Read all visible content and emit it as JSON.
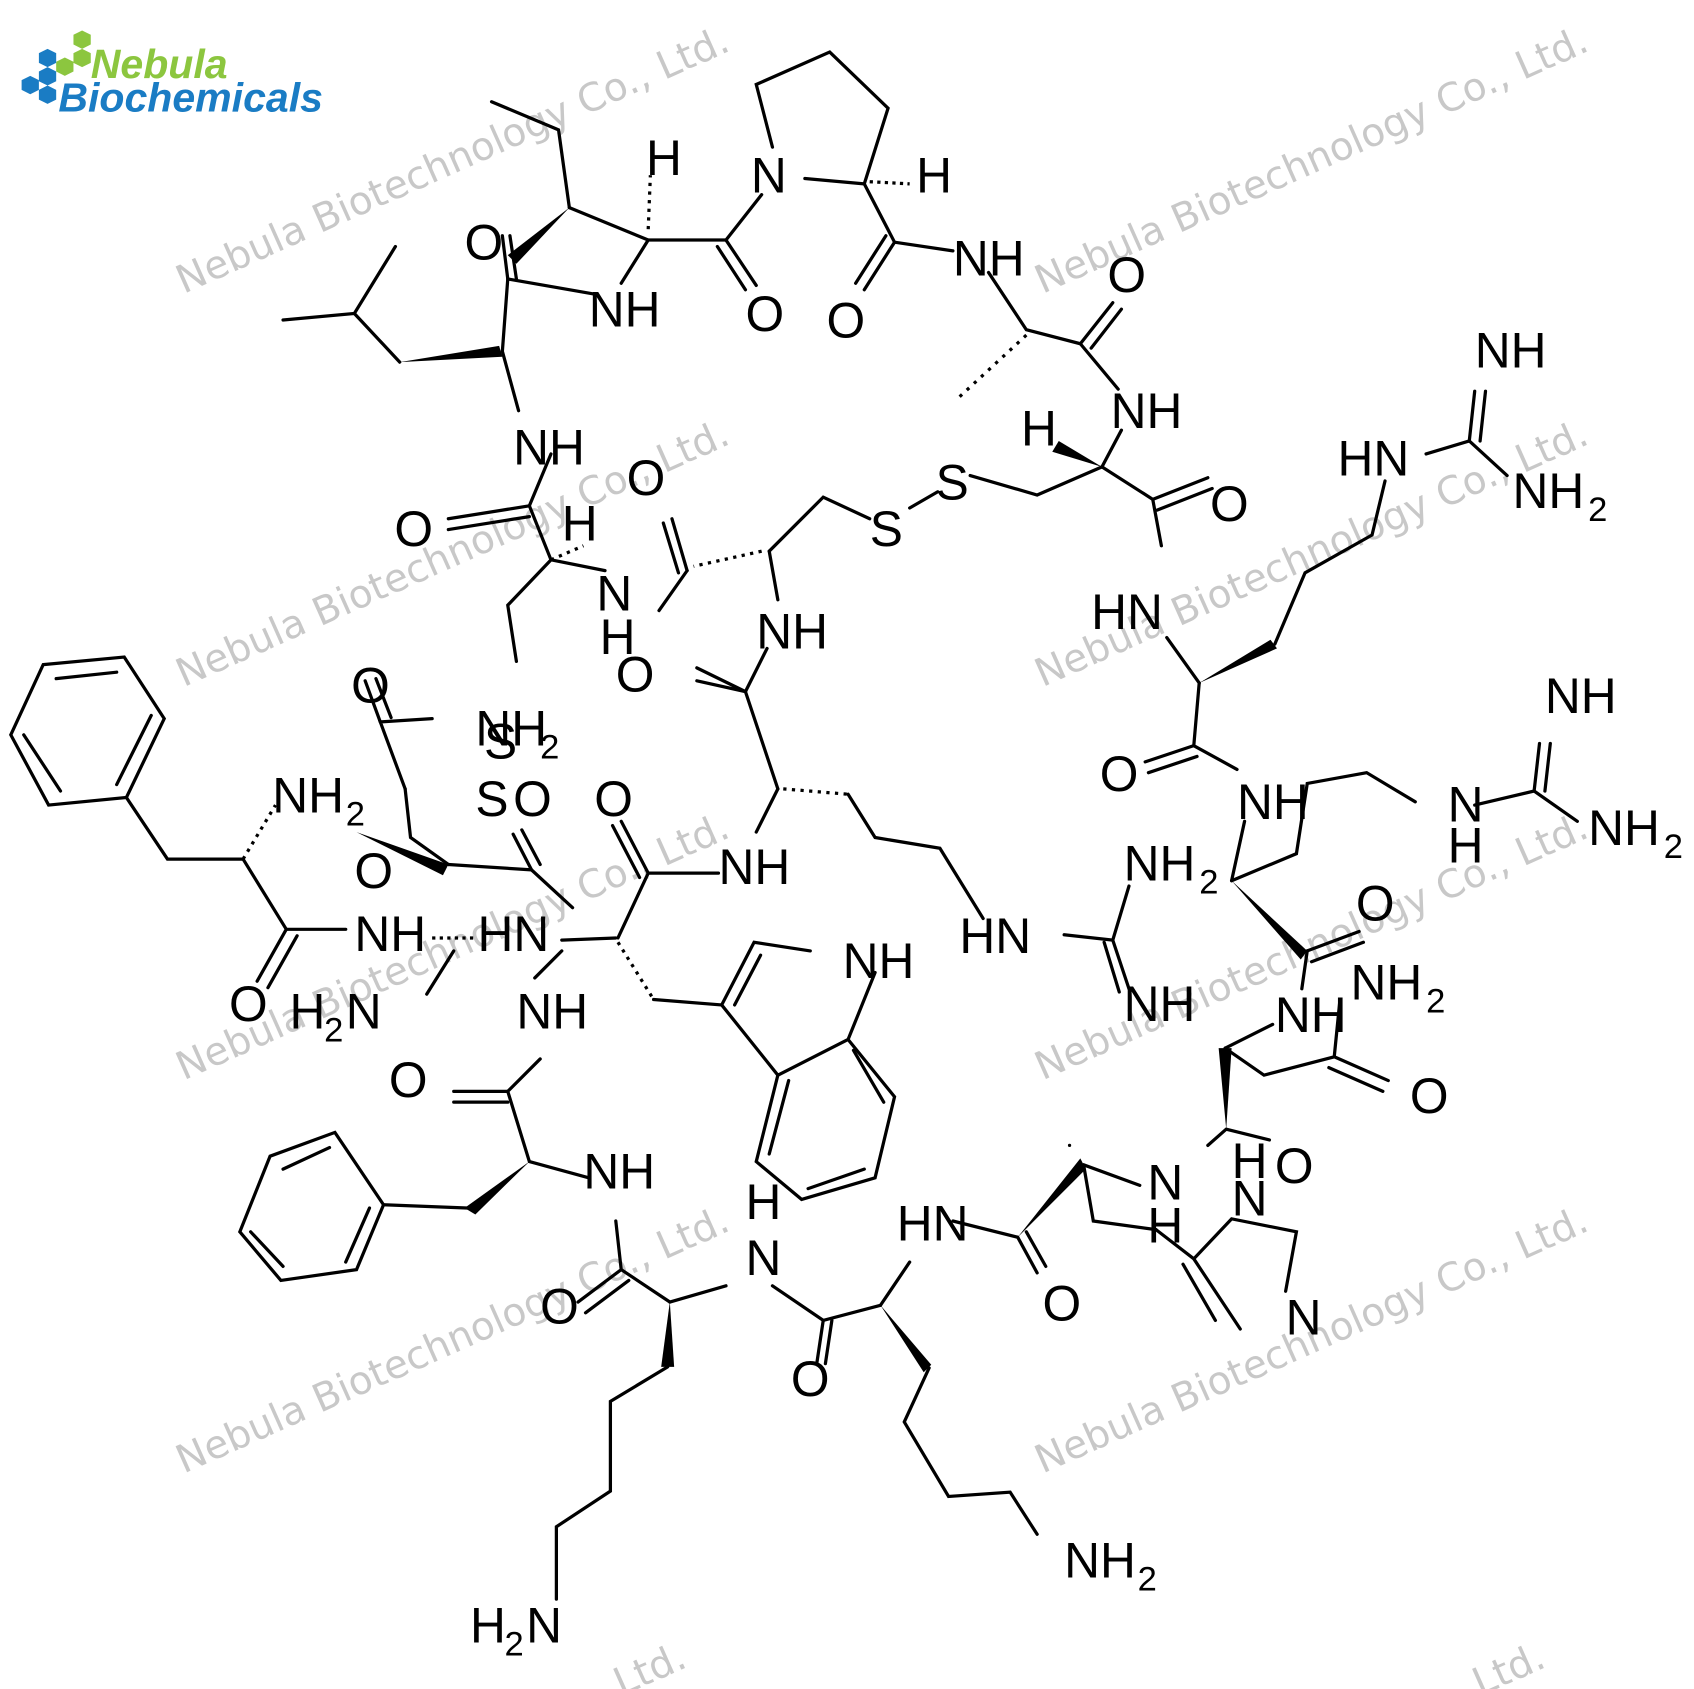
{
  "logo": {
    "line1": "Nebula",
    "line2": "Biochemicals",
    "colors": {
      "green": "#8cc63f",
      "blue": "#1a7cc4"
    },
    "icon": "hexagon-cluster-icon"
  },
  "watermark": {
    "text": "Nebula Biotechnology Co., Ltd.",
    "fragment": "Ltd.",
    "color": "#c8c8c8"
  },
  "structure": {
    "description": "Cyclic peptide with disulfide bridge (skeletal formula)",
    "residues": [
      "Phe",
      "Asn",
      "Cys",
      "Trp",
      "Phe",
      "Lys",
      "Lys",
      "His",
      "Asn",
      "Arg",
      "Arg",
      "Arg",
      "Cys",
      "Ala",
      "Pro",
      "Ile",
      "Leu",
      "Cys"
    ],
    "labels": {
      "O": "O",
      "NH": "NH",
      "HN": "HN",
      "N": "N",
      "H": "H",
      "S": "S",
      "NH2_main": "NH",
      "sub2": "2",
      "H2N_H": "H",
      "H2N_N": "N"
    }
  }
}
